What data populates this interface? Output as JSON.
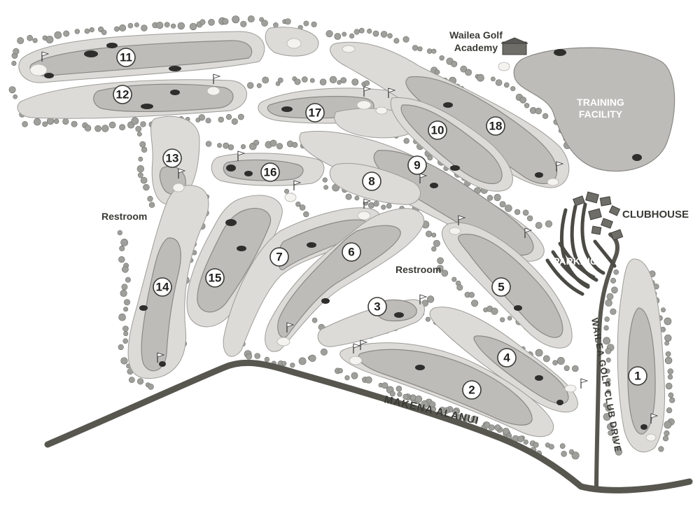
{
  "map": {
    "holes": [
      {
        "number": "1"
      },
      {
        "number": "2"
      },
      {
        "number": "3"
      },
      {
        "number": "4"
      },
      {
        "number": "5"
      },
      {
        "number": "6"
      },
      {
        "number": "7"
      },
      {
        "number": "8"
      },
      {
        "number": "9"
      },
      {
        "number": "10"
      },
      {
        "number": "11"
      },
      {
        "number": "12"
      },
      {
        "number": "13"
      },
      {
        "number": "14"
      },
      {
        "number": "15"
      },
      {
        "number": "16"
      },
      {
        "number": "17"
      },
      {
        "number": "18"
      }
    ],
    "labels": {
      "academy_line1": "Wailea Golf",
      "academy_line2": "Academy",
      "training_line1": "TRAINING",
      "training_line2": "FACILITY",
      "clubhouse": "CLUBHOUSE",
      "parking": "PARKING",
      "restroom_west": "Restroom",
      "restroom_center": "Restroom",
      "road_makena": "MAKENA ALANUI",
      "road_wailea": "WAILEA GOLF CLUB DRIVE"
    },
    "colors": {
      "fairway": "#bdbcb8",
      "rough": "#dcdbd8",
      "road": "#57564f",
      "bunker": "#2e2e2c"
    },
    "icons": {
      "flag": "flag-icon",
      "tree": "tree-icon",
      "building": "building-icon"
    }
  }
}
